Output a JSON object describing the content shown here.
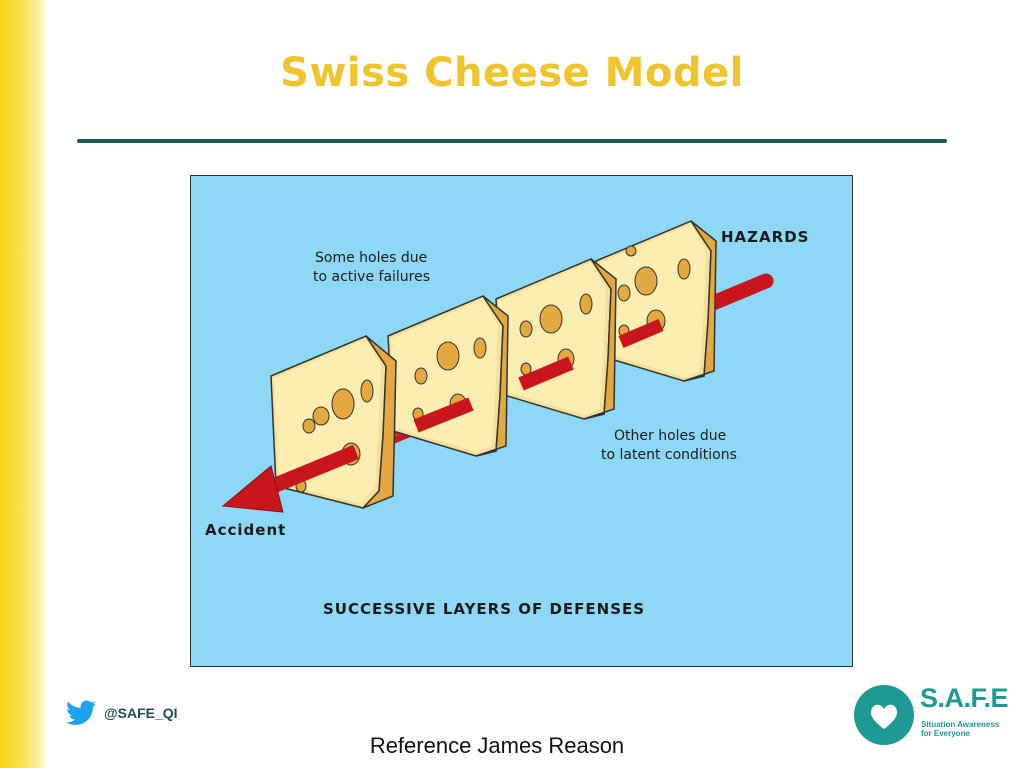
{
  "slide": {
    "title": "Swiss Cheese Model",
    "reference": "Reference James Reason"
  },
  "diagram": {
    "label_hazards": "HAZARDS",
    "label_active_1": "Some holes due",
    "label_active_2": "to active failures",
    "label_latent_1": "Other holes due",
    "label_latent_2": "to latent conditions",
    "label_accident": "Accident",
    "label_layers": "SUCCESSIVE LAYERS OF DEFENSES"
  },
  "footer": {
    "twitter_handle": "@SAFE_QI",
    "logo_name": "S.A.F.E",
    "logo_tag_1": "Situation Awareness",
    "logo_tag_2": "for Everyone"
  },
  "colors": {
    "title": "#f0c42c",
    "rule": "#1f5b52",
    "diagram_bg": "#8cd8f6",
    "cheese_face": "#fbeeb0",
    "cheese_side": "#e3a840",
    "arrow": "#c8161c",
    "twitter": "#1da1f2",
    "logo": "#1e9a94"
  }
}
